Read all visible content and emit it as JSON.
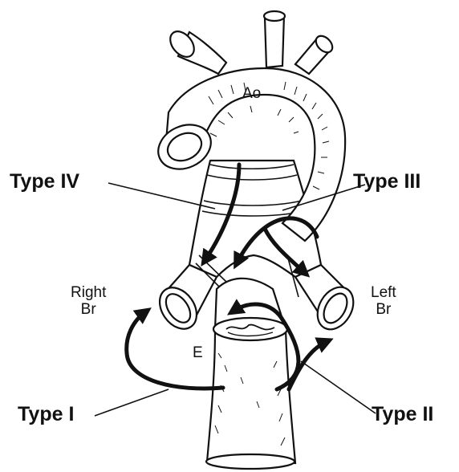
{
  "labels": {
    "aorta": "Ao",
    "esophagus": "E",
    "right_bronchus": {
      "line1": "Right",
      "line2": "Br"
    },
    "left_bronchus": {
      "line1": "Left",
      "line2": "Br"
    }
  },
  "fistula_types": {
    "type1": "Type I",
    "type2": "Type II",
    "type3": "Type III",
    "type4": "Type IV"
  },
  "colors": {
    "ink": "#111111",
    "background": "#ffffff"
  }
}
